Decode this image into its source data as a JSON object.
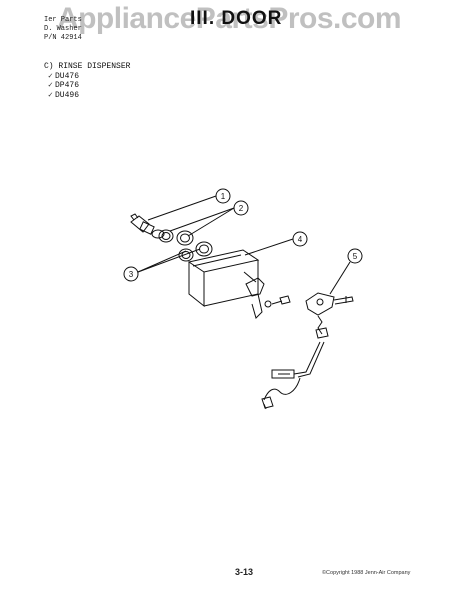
{
  "watermark": "AppliancePartsPros.com",
  "header": {
    "line1": "Ier Parts",
    "line2": "D. Washer",
    "line3": "P/N 42914"
  },
  "title": "III. DOOR",
  "section": {
    "heading": "C) RINSE DISPENSER",
    "models": [
      "DU476",
      "DP476",
      "DU496"
    ]
  },
  "callouts": [
    "1",
    "2",
    "3",
    "4",
    "5"
  ],
  "footer": {
    "page_number": "3-13",
    "copyright": "©Copyright 1988 Jenn-Air Company"
  }
}
